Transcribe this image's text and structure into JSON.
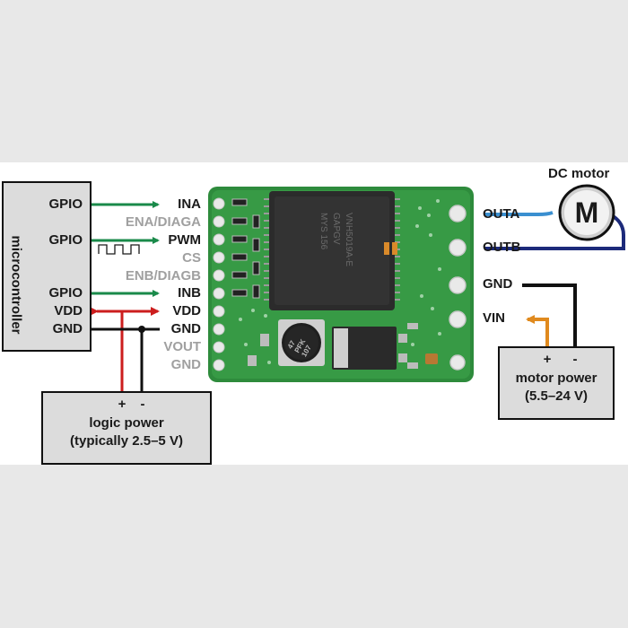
{
  "microcontroller": {
    "title": "microcontroller",
    "pins": {
      "gpio1": "GPIO",
      "gpio2": "GPIO",
      "gpio3": "GPIO",
      "vdd": "VDD",
      "gnd": "GND"
    }
  },
  "board_pins": {
    "ina": "INA",
    "ena_diaga": "ENA/DIAGA",
    "pwm": "PWM",
    "cs": "CS",
    "enb_diagb": "ENB/DIAGB",
    "inb": "INB",
    "vdd": "VDD",
    "gnd": "GND",
    "vout": "VOUT",
    "gnd2": "GND"
  },
  "logic_power": {
    "plus": "+",
    "minus": "-",
    "title": "logic power",
    "subtitle": "(typically 2.5–5 V)"
  },
  "motor": {
    "title": "DC motor",
    "symbol": "M",
    "outa": "OUTA",
    "outb": "OUTB"
  },
  "power_pins": {
    "gnd": "GND",
    "vin": "VIN"
  },
  "motor_power": {
    "plus": "+",
    "minus": "-",
    "title": "motor power",
    "subtitle": "(5.5–24 V)"
  },
  "chip_marking": {
    "lines": [
      "VNH5019A-E",
      "GAPGV",
      "MYS 156"
    ],
    "cap_lines": [
      "47",
      "PFK",
      "107"
    ]
  },
  "colors": {
    "signal_green": "#1a8a4a",
    "vdd_red": "#cc1e1e",
    "gnd_black": "#111111",
    "outa_blue": "#3a8fd0",
    "outb_navy": "#1c2a7a",
    "vin_orange": "#e08a1e",
    "pcb_green": "#2e8b3c",
    "box_fill": "#dcdcdc"
  }
}
